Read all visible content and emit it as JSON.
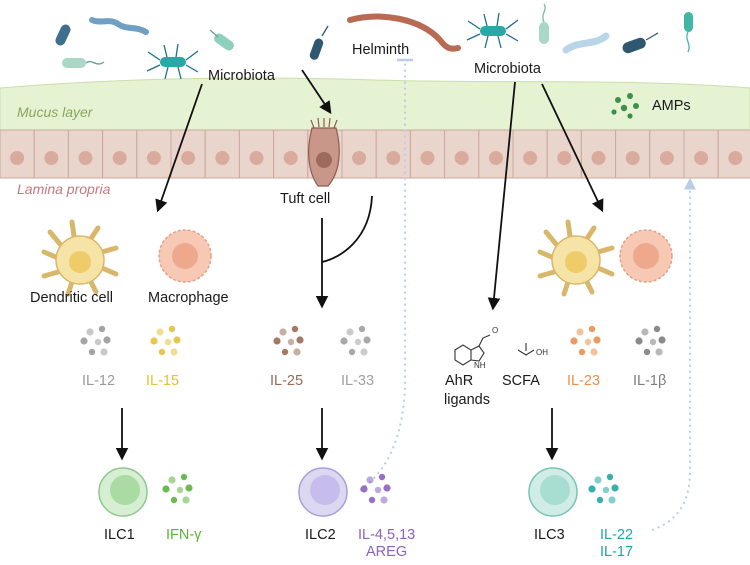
{
  "labels": {
    "microbiota_left": "Microbiota",
    "helminth": "Helminth",
    "microbiota_right": "Microbiota",
    "mucus_layer": "Mucus layer",
    "amps": "AMPs",
    "lamina_propria": "Lamina propria",
    "tuft_cell": "Tuft cell",
    "dendritic_cell": "Dendritic cell",
    "macrophage": "Macrophage",
    "il12": "IL-12",
    "il15": "IL-15",
    "il25": "IL-25",
    "il33": "IL-33",
    "ahr_line1": "AhR",
    "ahr_line2": "ligands",
    "scfa": "SCFA",
    "il23": "IL-23",
    "il1b": "IL-1β",
    "ilc1": "ILC1",
    "ifng": "IFN-γ",
    "ilc2": "ILC2",
    "il4513": "IL-4,5,13",
    "areg": "AREG",
    "ilc3": "ILC3",
    "il22": "IL-22",
    "il17": "IL-17",
    "struct_o": "O",
    "struct_oh": "OH",
    "struct_nh": "NH"
  },
  "colors": {
    "mucus": "#e6f3d3",
    "epithelium": "#ead5cc",
    "il12": "#9a9a9a",
    "il15": "#e3c13b",
    "il25": "#9b6a55",
    "il33": "#a0a0a0",
    "il23": "#e8904b",
    "il1b": "#7d7d7d",
    "ifng": "#5cb33f",
    "il4513": "#8a60c0",
    "il22_il17": "#1fa6a6",
    "lamina_label": "#c4787e",
    "mucus_label": "#86a85a"
  }
}
